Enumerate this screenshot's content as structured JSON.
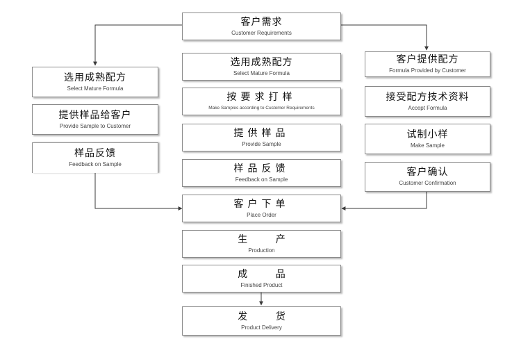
{
  "colors": {
    "line": "#3a3a3a",
    "border": "#8a8a8a",
    "text": "#111111"
  },
  "center": [
    {
      "zh": "客户需求",
      "en": "Customer Requirements"
    },
    {
      "zh": "选用成熟配方",
      "en": "Select Mature Formula"
    },
    {
      "zh": "按要求打样",
      "en": "Make Samples according to Customer Requirements"
    },
    {
      "zh": "提供样品",
      "en": "Provide Sample"
    },
    {
      "zh": "样品反馈",
      "en": "Feedback on Sample"
    },
    {
      "zh": "客户下单",
      "en": "Place Order"
    },
    {
      "zh": "生  产",
      "en": "Production"
    },
    {
      "zh": "成  品",
      "en": "Finished Product"
    },
    {
      "zh": "发  货",
      "en": "Product Delivery"
    }
  ],
  "left": [
    {
      "zh": "选用成熟配方",
      "en": "Select Mature Formula"
    },
    {
      "zh": "提供样品给客户",
      "en": "Provide Sample to Customer"
    },
    {
      "zh": "样品反馈",
      "en": "Feedback on Sample"
    }
  ],
  "right": [
    {
      "zh": "客户提供配方",
      "en": "Formula Provided by Customer"
    },
    {
      "zh": "接受配方技术资料",
      "en": "Accept Formula"
    },
    {
      "zh": "试制小样",
      "en": "Make Sample"
    },
    {
      "zh": "客户确认",
      "en": "Customer Confirmation"
    }
  ]
}
